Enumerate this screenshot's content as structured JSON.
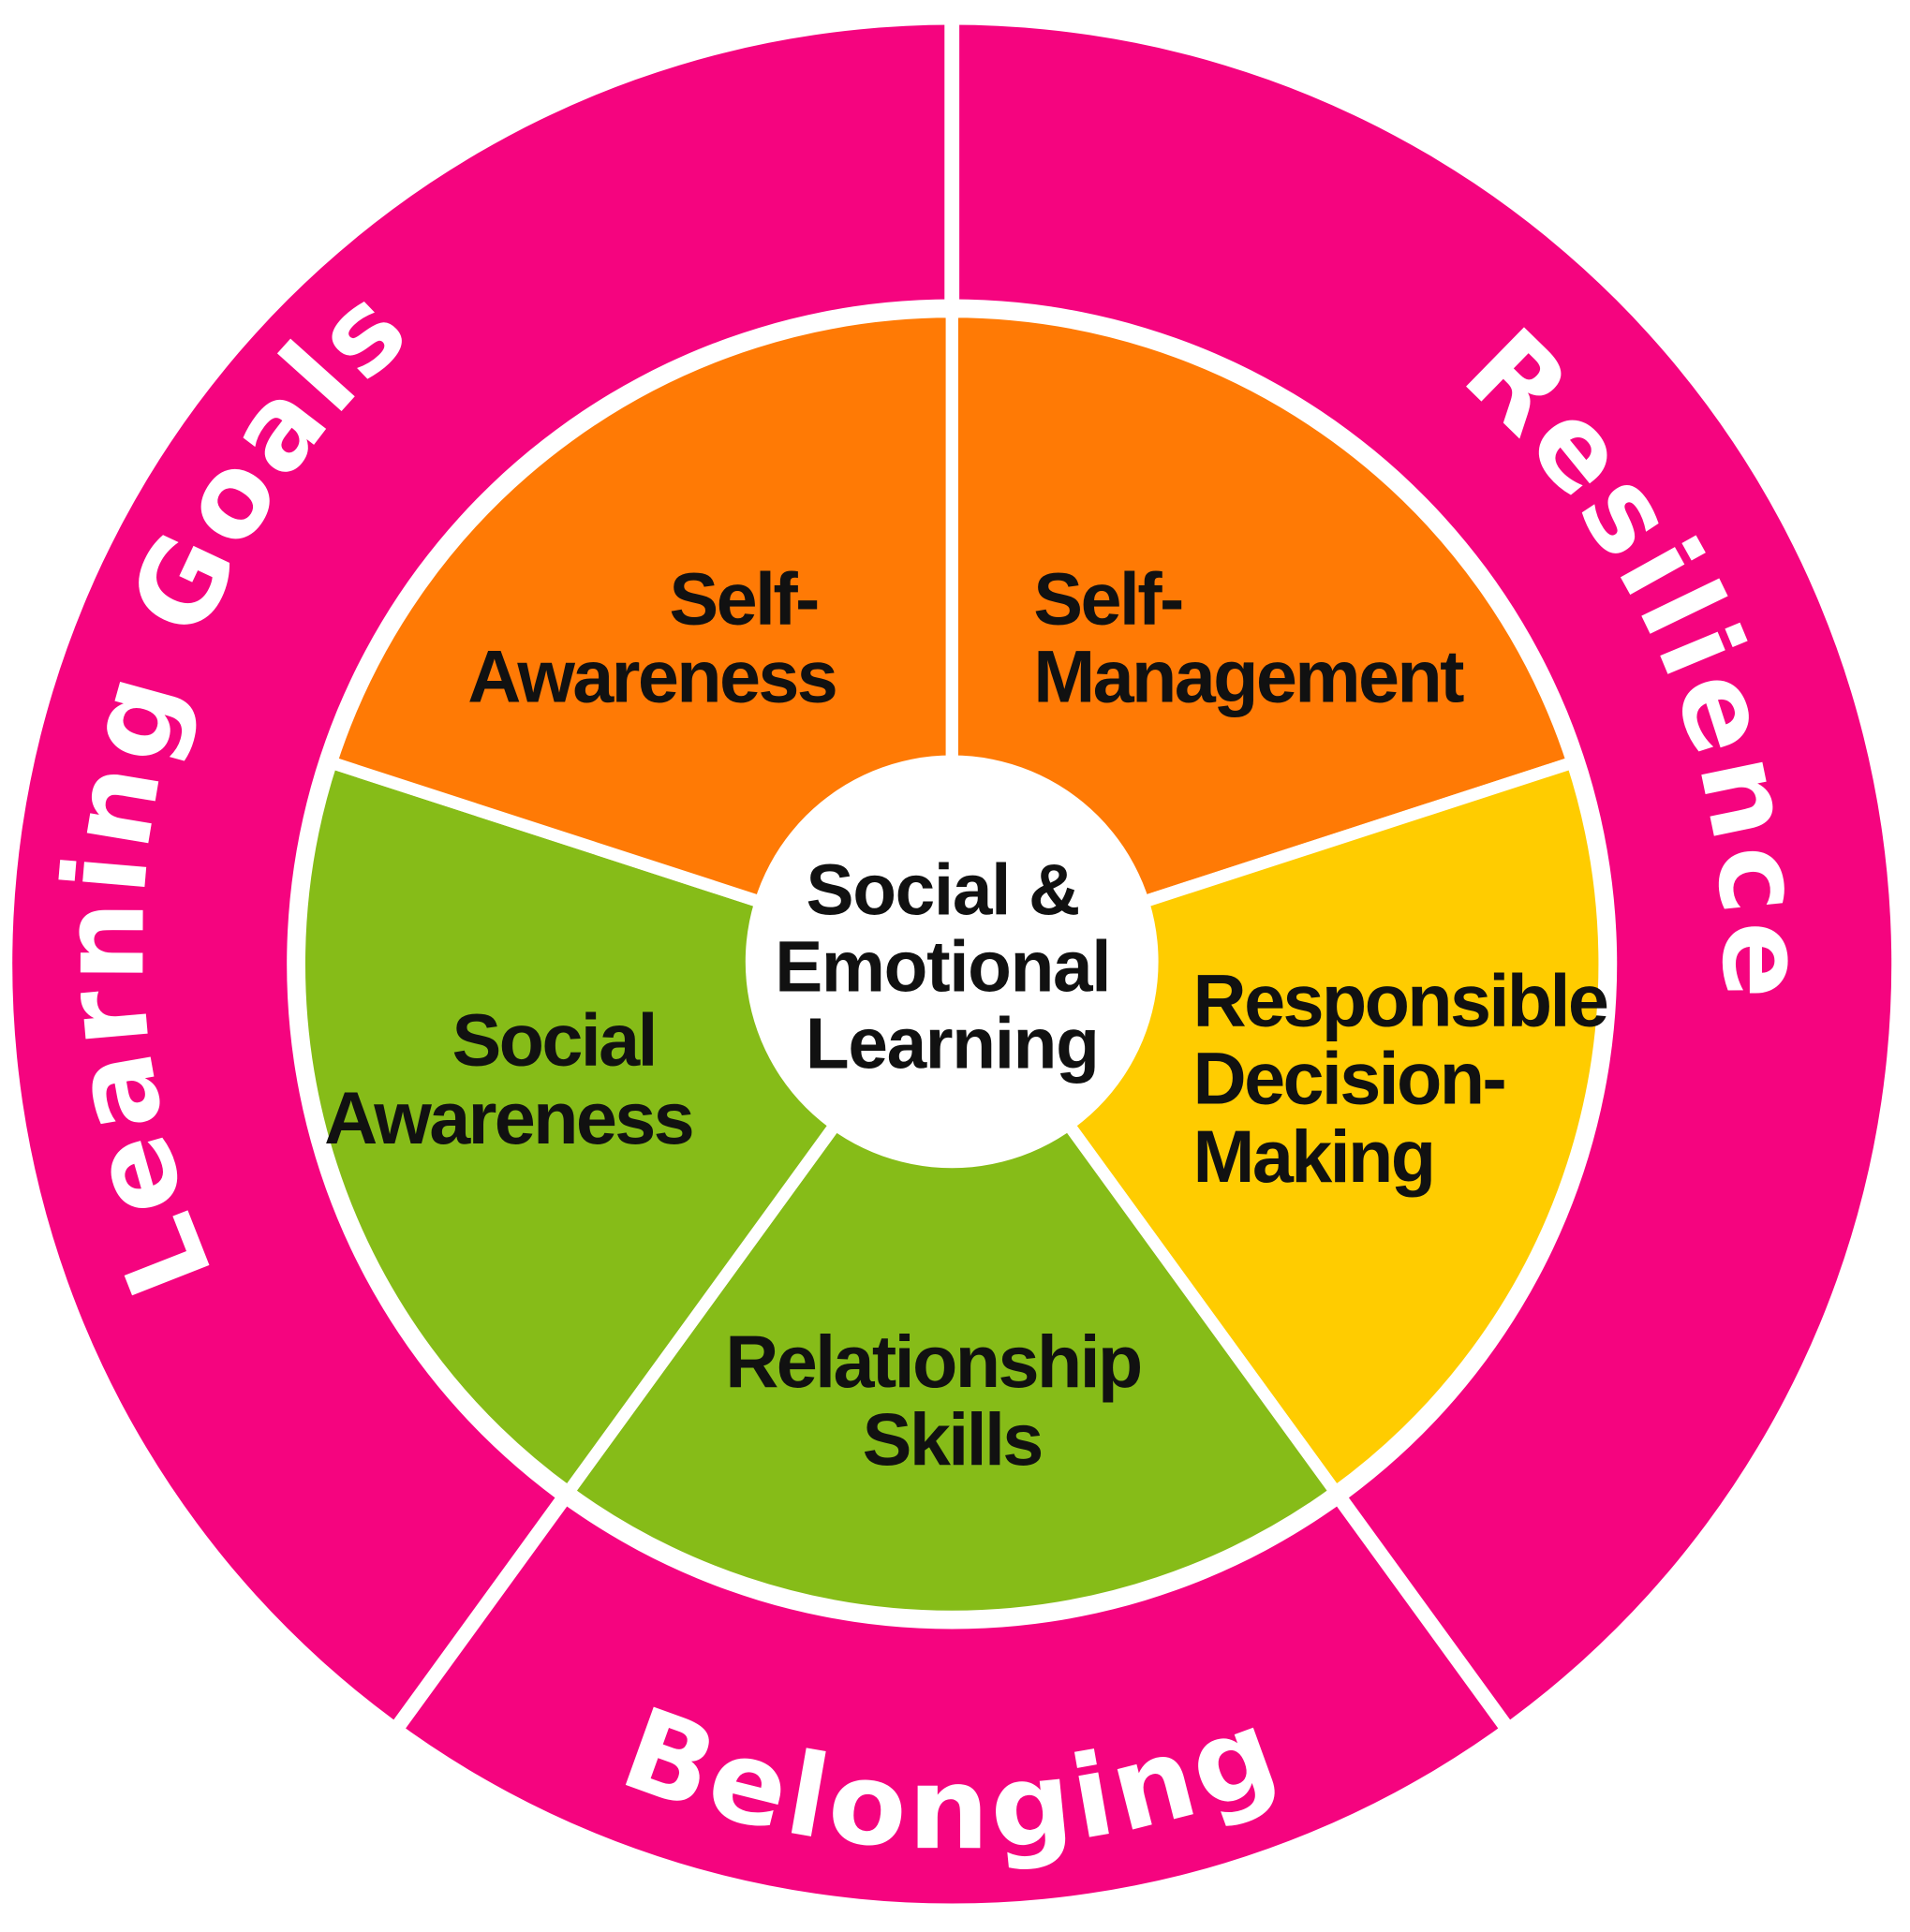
{
  "colors": {
    "outer_ring": "#F5047F",
    "orange": "#FF7A05",
    "yellow": "#FFCC00",
    "green": "#86BC18",
    "divider": "#FFFFFF"
  },
  "center": {
    "lines": [
      "Social &",
      "Emotional",
      "Learning"
    ]
  },
  "competencies": [
    {
      "name": "self-management",
      "lines": [
        "Self-",
        "Management"
      ],
      "color": "#FF7A05"
    },
    {
      "name": "responsible-decision-making",
      "lines": [
        "Responsible",
        "Decision-",
        "Making"
      ],
      "color": "#FFCC00"
    },
    {
      "name": "relationship-skills",
      "lines": [
        "Relationship",
        "Skills"
      ],
      "color": "#86BC18"
    },
    {
      "name": "social-awareness",
      "lines": [
        "Social",
        "Awareness"
      ],
      "color": "#86BC18"
    },
    {
      "name": "self-awareness",
      "lines": [
        "Self-",
        "Awareness"
      ],
      "color": "#FF7A05"
    }
  ],
  "outer_segments": [
    {
      "label": "Resilience"
    },
    {
      "label": "Belonging"
    },
    {
      "label": "Learning Goals"
    }
  ]
}
